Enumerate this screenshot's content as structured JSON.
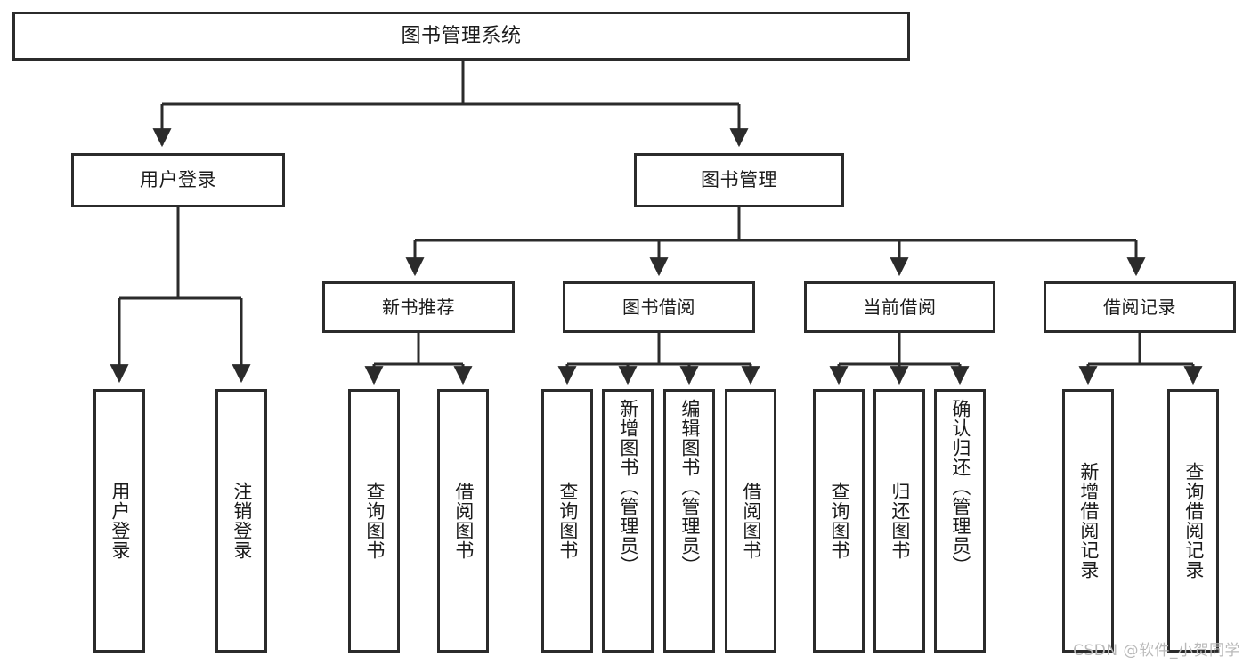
{
  "diagram": {
    "title": "图书管理系统",
    "type": "tree-hierarchy",
    "background_color": "#ffffff",
    "stroke_color": "#2b2b2b",
    "text_color": "#1b1b1b"
  },
  "root": {
    "label": "图书管理系统"
  },
  "level1": [
    {
      "label": "用户登录"
    },
    {
      "label": "图书管理"
    }
  ],
  "level2": [
    {
      "label": "新书推荐"
    },
    {
      "label": "图书借阅"
    },
    {
      "label": "当前借阅"
    },
    {
      "label": "借阅记录"
    }
  ],
  "leaves": {
    "user_login": [
      {
        "label": "用户登录"
      },
      {
        "label": "注销登录"
      }
    ],
    "new_book_recommend": [
      {
        "label": "查询图书"
      },
      {
        "label": "借阅图书"
      }
    ],
    "book_borrow": [
      {
        "label": "查询图书"
      },
      {
        "label": "新增图书（管理员）"
      },
      {
        "label": "编辑图书（管理员）"
      },
      {
        "label": "借阅图书"
      }
    ],
    "current_borrow": [
      {
        "label": "查询图书"
      },
      {
        "label": "归还图书"
      },
      {
        "label": "确认归还（管理员）"
      }
    ],
    "borrow_record": [
      {
        "label": "新增借阅记录"
      },
      {
        "label": "查询借阅记录"
      }
    ]
  },
  "watermark": {
    "text": "CSDN @软件_小贺同学"
  }
}
